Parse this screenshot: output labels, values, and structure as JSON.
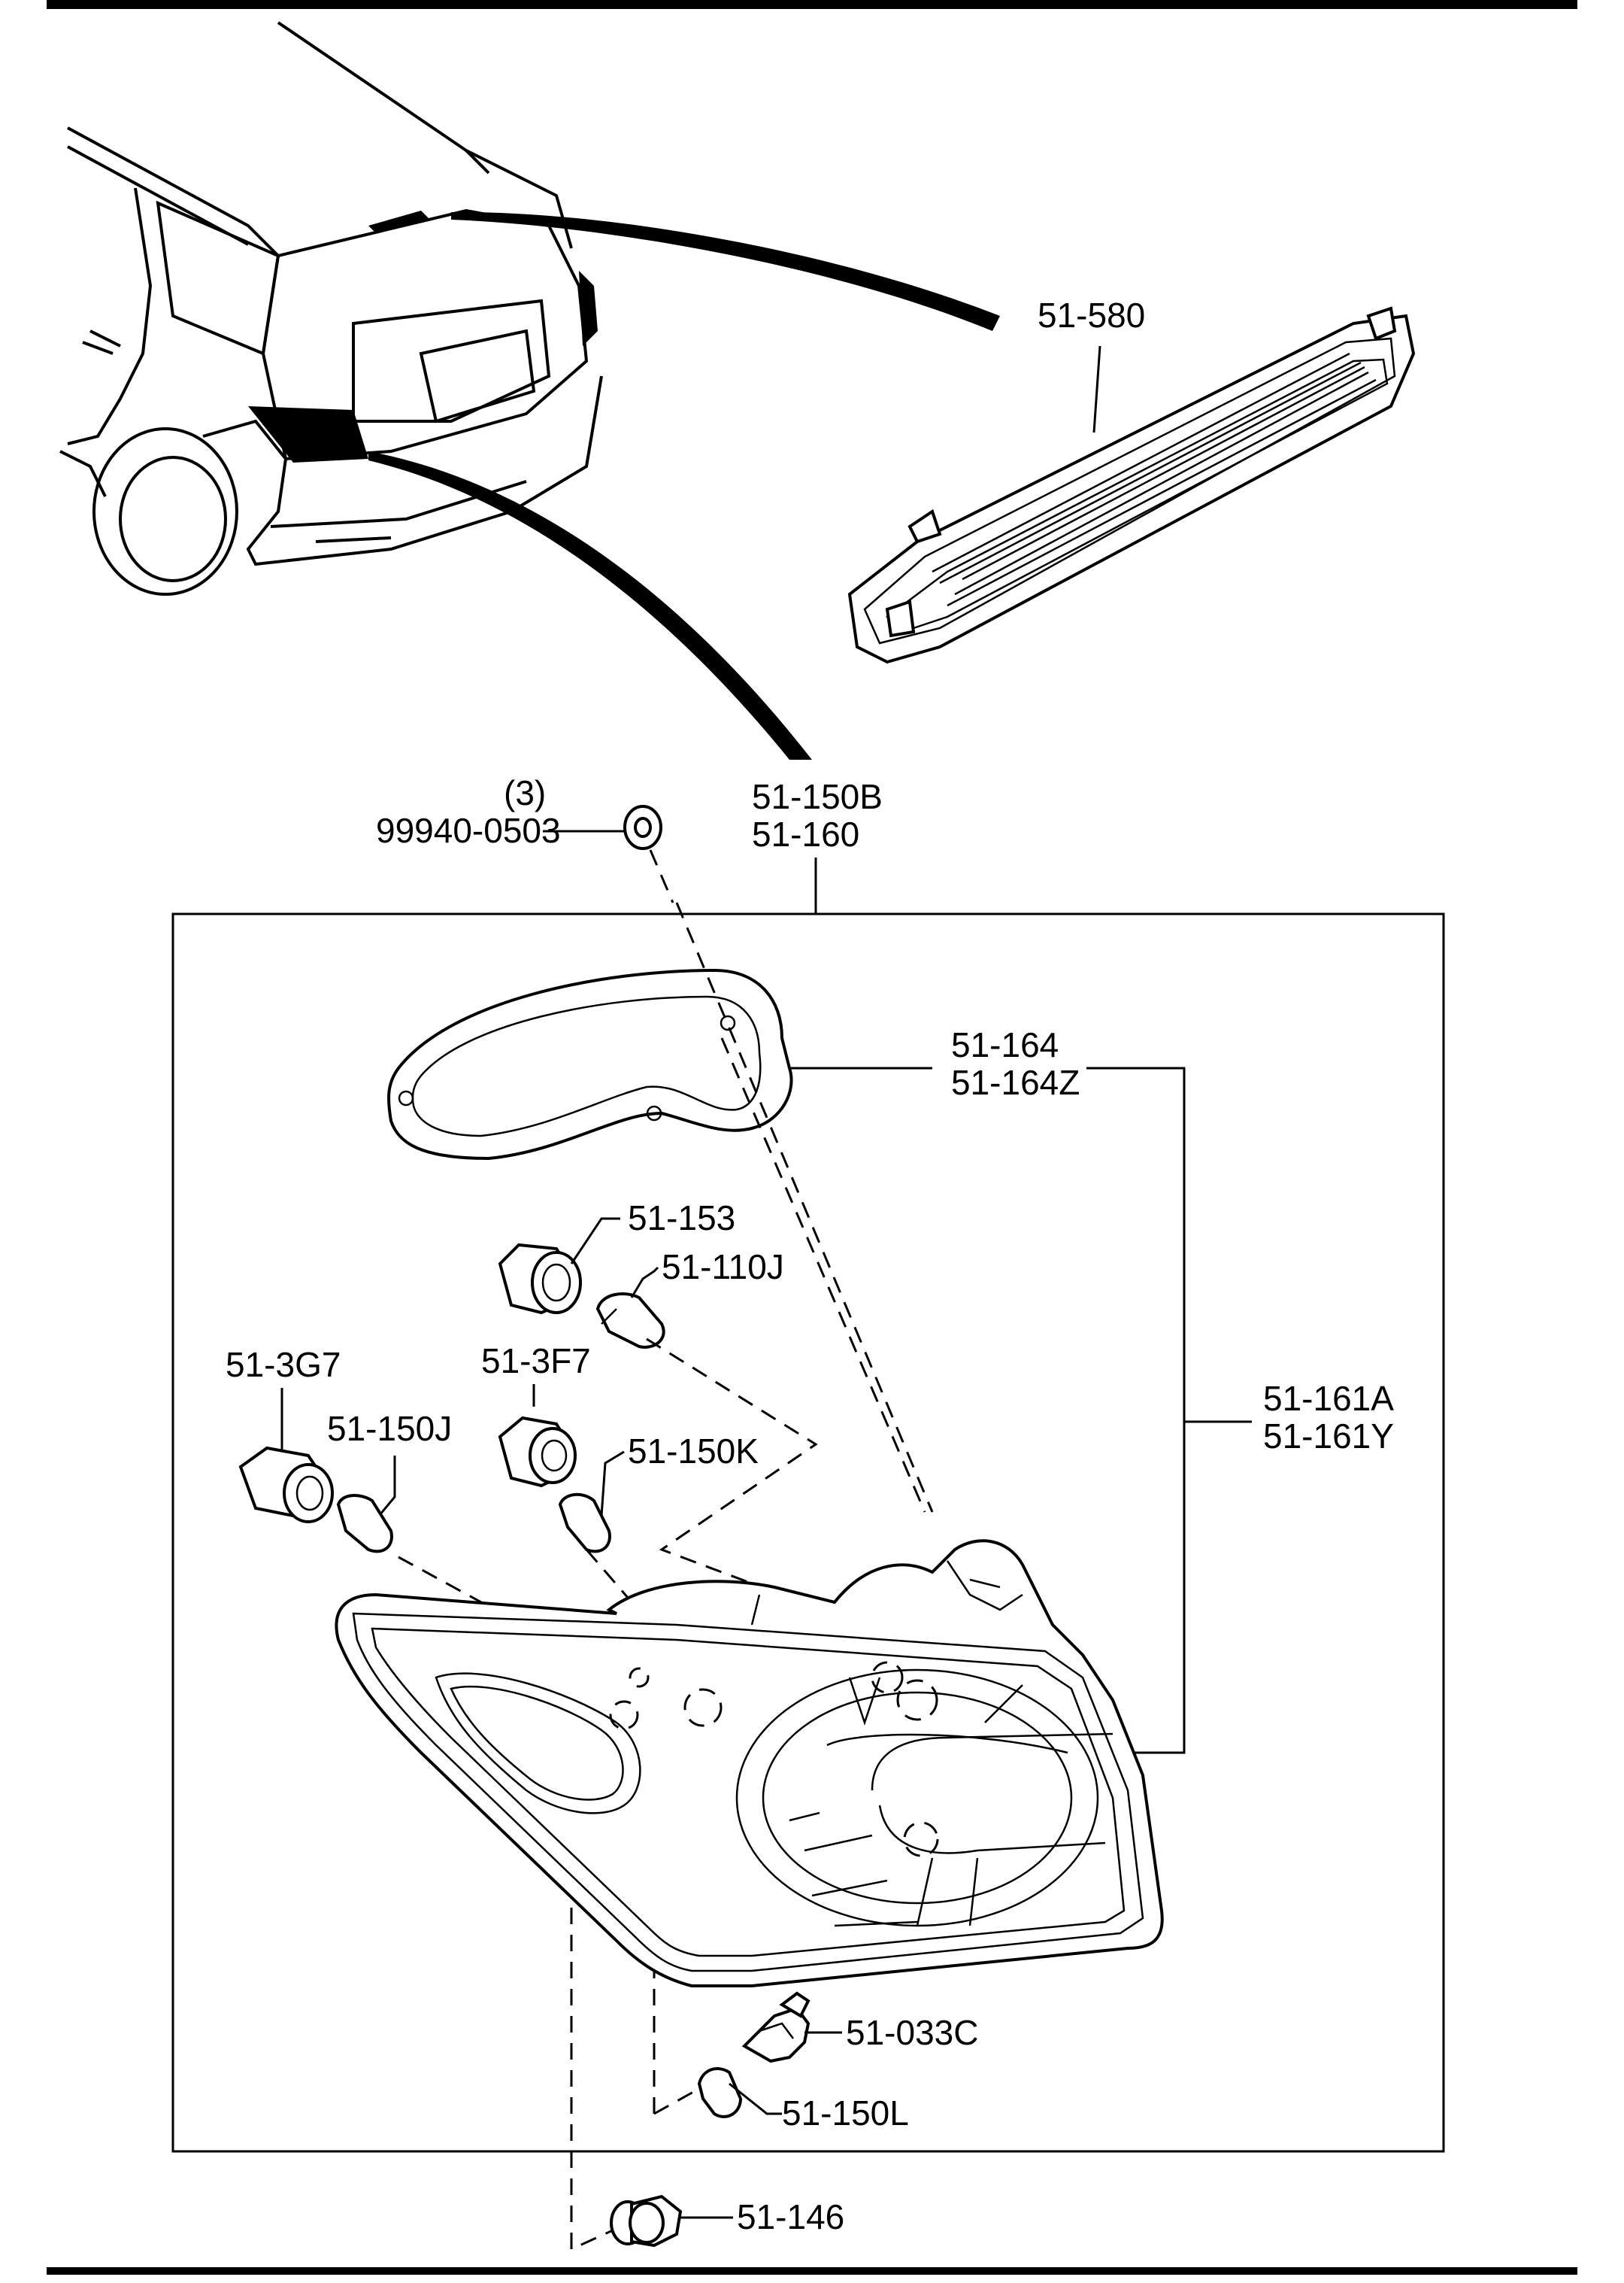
{
  "callouts": {
    "high_mount_stop_lamp": "51-580",
    "grommet_qty": "(3)",
    "grommet": "99940-0503",
    "assembly_a": "51-150B",
    "assembly_b": "51-160",
    "gasket_a": "51-164",
    "gasket_b": "51-164Z",
    "socket_51_153": "51-153",
    "bulb_51_110j": "51-110J",
    "socket_51_3g7": "51-3G7",
    "socket_51_3f7": "51-3F7",
    "bulb_51_150j": "51-150J",
    "bulb_51_150k": "51-150K",
    "lens_a": "51-161A",
    "lens_b": "51-161Y",
    "socket_51_033c": "51-033C",
    "bulb_51_150l": "51-150L",
    "clip_51_146": "51-146"
  },
  "icons": {
    "vehicle": "rear-vehicle-icon",
    "stop_lamp": "high-mount-stop-lamp-icon",
    "tail_lamp": "tail-lamp-housing-icon"
  }
}
